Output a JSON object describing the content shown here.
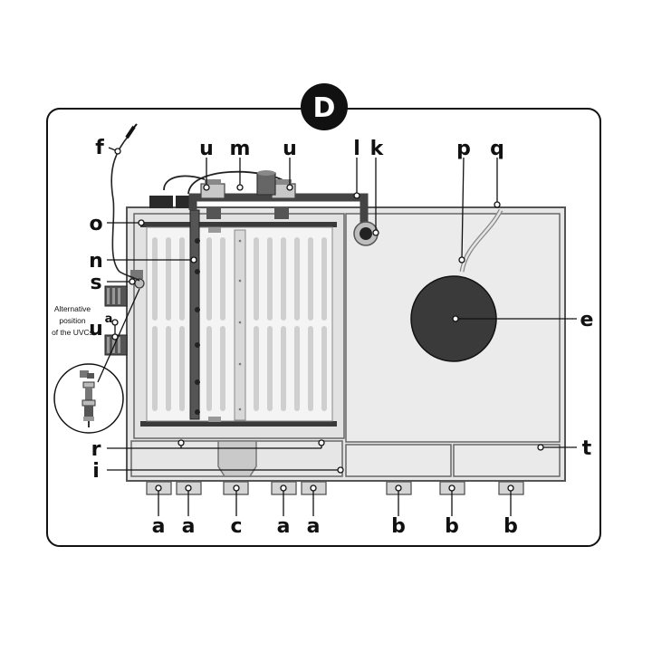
{
  "badge": "D",
  "labels": {
    "f": "f",
    "u1": "u",
    "m": "m",
    "u2": "u",
    "l": "l",
    "k": "k",
    "p": "p",
    "q": "q",
    "o": "o",
    "n": "n",
    "s": "s",
    "ua": "u",
    "ua_sup": "a",
    "e": "e",
    "r": "r",
    "t": "t",
    "i": "i",
    "a1": "a",
    "a2": "a",
    "c": "c",
    "a3": "a",
    "a4": "a",
    "b1": "b",
    "b2": "b",
    "b3": "b"
  },
  "note": [
    "Alternative",
    "position",
    "of the UVCs"
  ],
  "colors": {
    "frame_fill": "#e6e6e6",
    "frame_stroke": "#555555",
    "drum_dark": "#3a3a3a",
    "slot": "#cfcfcf",
    "pump_fill": "#666666",
    "outline": "#111111"
  }
}
